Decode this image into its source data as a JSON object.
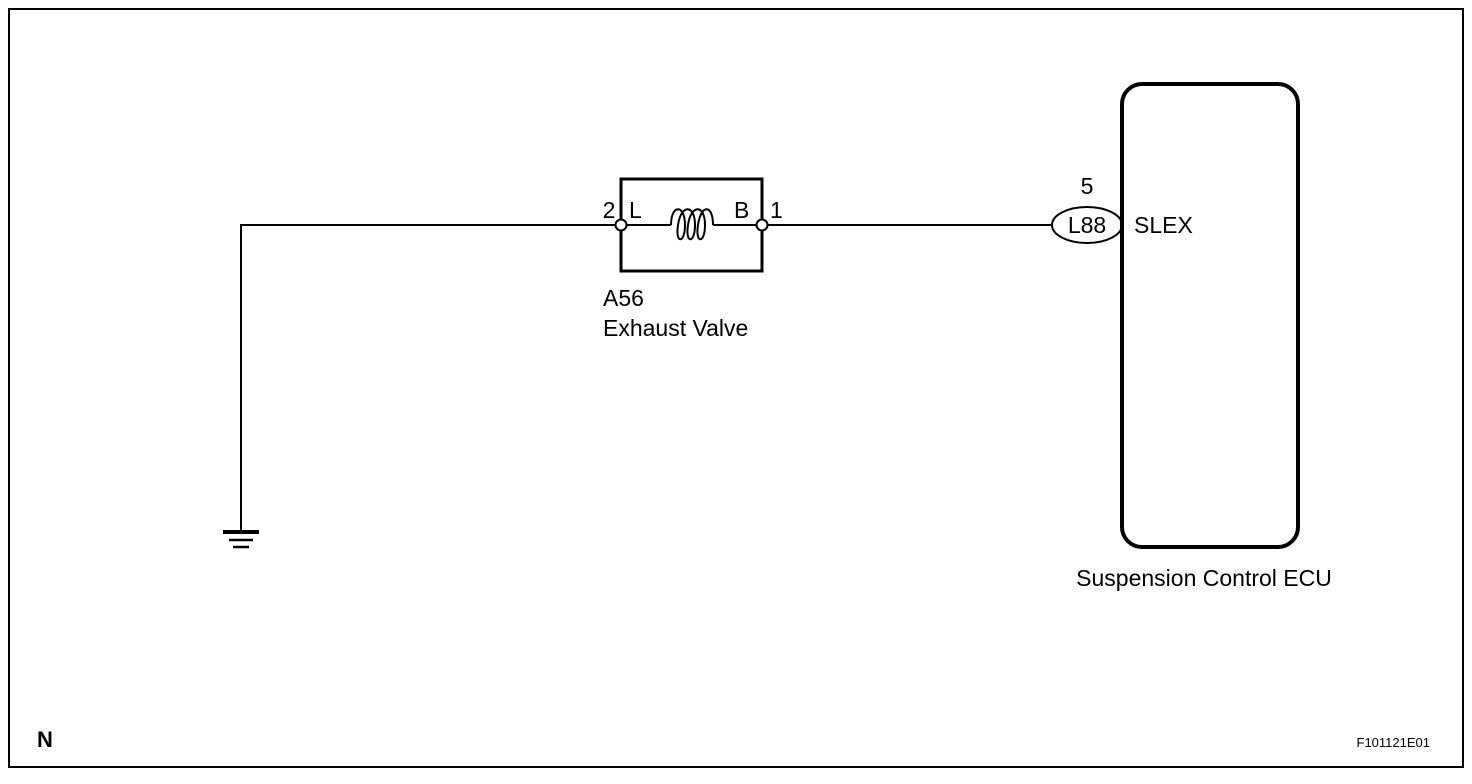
{
  "diagram": {
    "component": {
      "code": "A56",
      "name": "Exhaust Valve",
      "pin_left_number": "2",
      "pin_left_label": "L",
      "pin_right_label": "B",
      "pin_right_number": "1"
    },
    "ecu": {
      "name": "Suspension Control ECU",
      "pin_number": "5",
      "connector": "L88",
      "terminal": "SLEX"
    },
    "corner_letter": "N",
    "figure_id": "F101121E01",
    "colors": {
      "line": "#000000",
      "background": "#ffffff"
    },
    "icons": [
      "ground-icon",
      "solenoid-coil-icon",
      "connector-oval-icon"
    ]
  }
}
